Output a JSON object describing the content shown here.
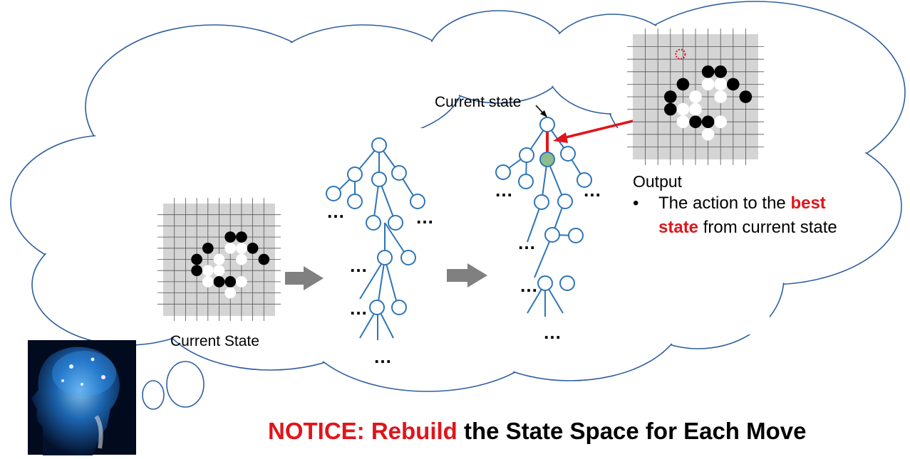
{
  "left_board": {
    "caption": "Current State",
    "black": [
      [
        5,
        2
      ],
      [
        6,
        2
      ],
      [
        3,
        3
      ],
      [
        7,
        3
      ],
      [
        2,
        4
      ],
      [
        8,
        4
      ],
      [
        2,
        5
      ],
      [
        4,
        6
      ],
      [
        5,
        6
      ]
    ],
    "white": [
      [
        5,
        3
      ],
      [
        6,
        3
      ],
      [
        4,
        4
      ],
      [
        6,
        4
      ],
      [
        3,
        5
      ],
      [
        4,
        5
      ],
      [
        3,
        6
      ],
      [
        6,
        6
      ],
      [
        5,
        7
      ]
    ]
  },
  "mid_tree": {
    "ellipsis": [
      "…",
      "…",
      "…",
      "…",
      "…"
    ]
  },
  "right_tree": {
    "pointer_label": "Current state",
    "ellipsis": [
      "…",
      "…",
      "…",
      "…",
      "…"
    ]
  },
  "output_board": {
    "black": [
      [
        5,
        2
      ],
      [
        6,
        2
      ],
      [
        3,
        3
      ],
      [
        7,
        3
      ],
      [
        2,
        4
      ],
      [
        8,
        4
      ],
      [
        2,
        5
      ],
      [
        4,
        6
      ],
      [
        5,
        6
      ]
    ],
    "white": [
      [
        5,
        3
      ],
      [
        6,
        3
      ],
      [
        4,
        4
      ],
      [
        6,
        4
      ],
      [
        3,
        5
      ],
      [
        4,
        5
      ],
      [
        3,
        6
      ],
      [
        6,
        6
      ],
      [
        5,
        7
      ]
    ],
    "best_move": [
      3,
      1
    ]
  },
  "output": {
    "title": "Output",
    "bullet": "•",
    "line1_prefix": "The action to the ",
    "line1_highlight": "best",
    "line2_highlight": "state",
    "line2_suffix": " from current state"
  },
  "notice": {
    "prefix": "NOTICE: ",
    "highlight": "Rebuild",
    "suffix": " the State Space for Each Move"
  },
  "colors": {
    "highlight": "#e0151b",
    "tree_stroke": "#2e75b6",
    "best_node_fill": "#8fbc8f",
    "board_bg": "#d4d4d4",
    "arrow_gray": "#808080",
    "cloud_stroke": "#2e5f9e"
  }
}
